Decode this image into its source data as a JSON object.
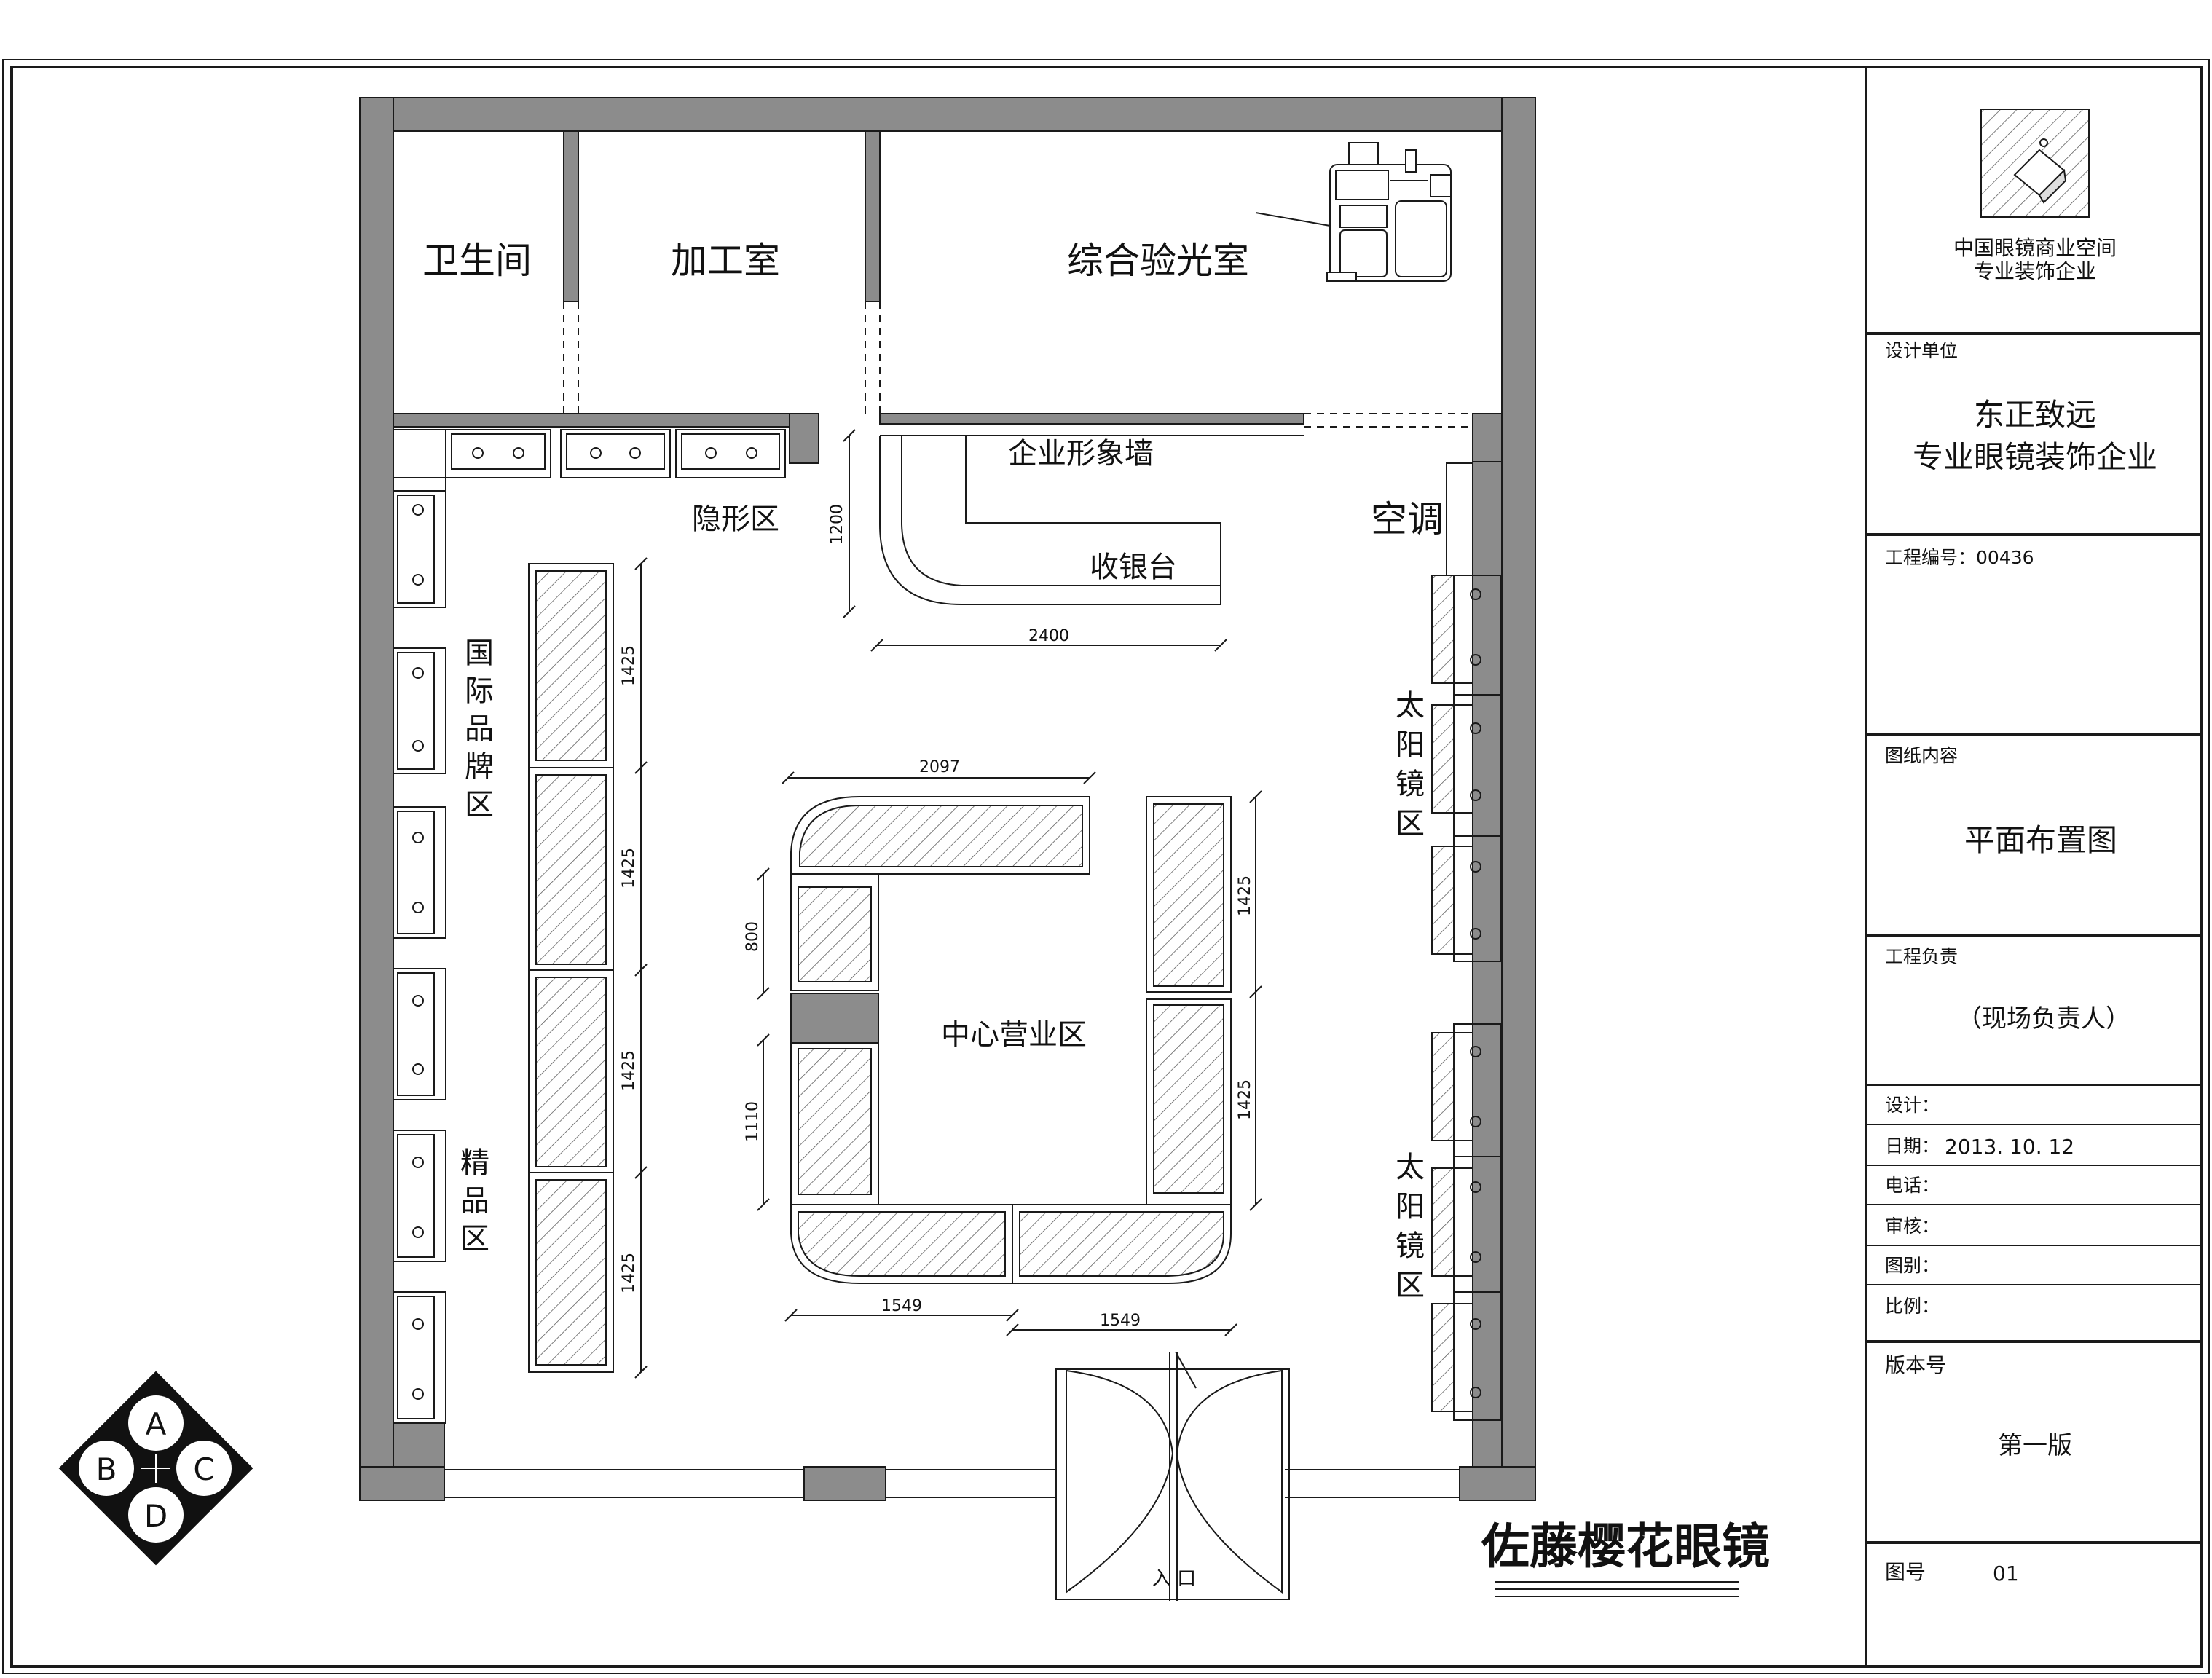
{
  "rooms": {
    "toilet": "卫生间",
    "workshop": "加工室",
    "optometry": "综合验光室"
  },
  "zones": {
    "image_wall": "企业形象墙",
    "hidden_area": "隐形区",
    "cashier": "收银台",
    "ac": "空调",
    "intl_brand": [
      "国",
      "际",
      "品",
      "牌",
      "区"
    ],
    "boutique": [
      "精",
      "品",
      "区"
    ],
    "sunglasses_top": [
      "太",
      "阳",
      "镜",
      "区"
    ],
    "sunglasses_bottom": [
      "太",
      "阳",
      "镜",
      "区"
    ],
    "center": "中心营业区",
    "entrance": "入 口"
  },
  "dimensions": {
    "d1200": "1200",
    "d2400": "2400",
    "d2097": "2097",
    "d800": "800",
    "d1110": "1110",
    "d1549a": "1549",
    "d1549b": "1549",
    "left_col": [
      "1425",
      "1425",
      "1425",
      "1425"
    ],
    "right_col": [
      "1425",
      "1425"
    ]
  },
  "compass": {
    "a": "A",
    "b": "B",
    "c": "C",
    "d": "D"
  },
  "shop_name": "佐藤樱花眼镜",
  "title_block": {
    "logo_line1": "中国眼镜商业空间",
    "logo_line2": "专业装饰企业",
    "design_unit_label": "设计单位",
    "design_unit_line1": "东正致远",
    "design_unit_line2": "专业眼镜装饰企业",
    "project_no": "工程编号：00436",
    "drawing_content_label": "图纸内容",
    "drawing_content": "平面布置图",
    "project_lead_label": "工程负责",
    "project_lead": "（现场负责人）",
    "design_label": "设计：",
    "date_label": "日期：",
    "date_value": "2013. 10. 12",
    "phone_label": "电话：",
    "review_label": "审核：",
    "category_label": "图别：",
    "scale_label": "比例：",
    "version_label": "版本号",
    "version_value": "第一版",
    "drawing_no_label": "图号",
    "drawing_no_value": "01"
  }
}
